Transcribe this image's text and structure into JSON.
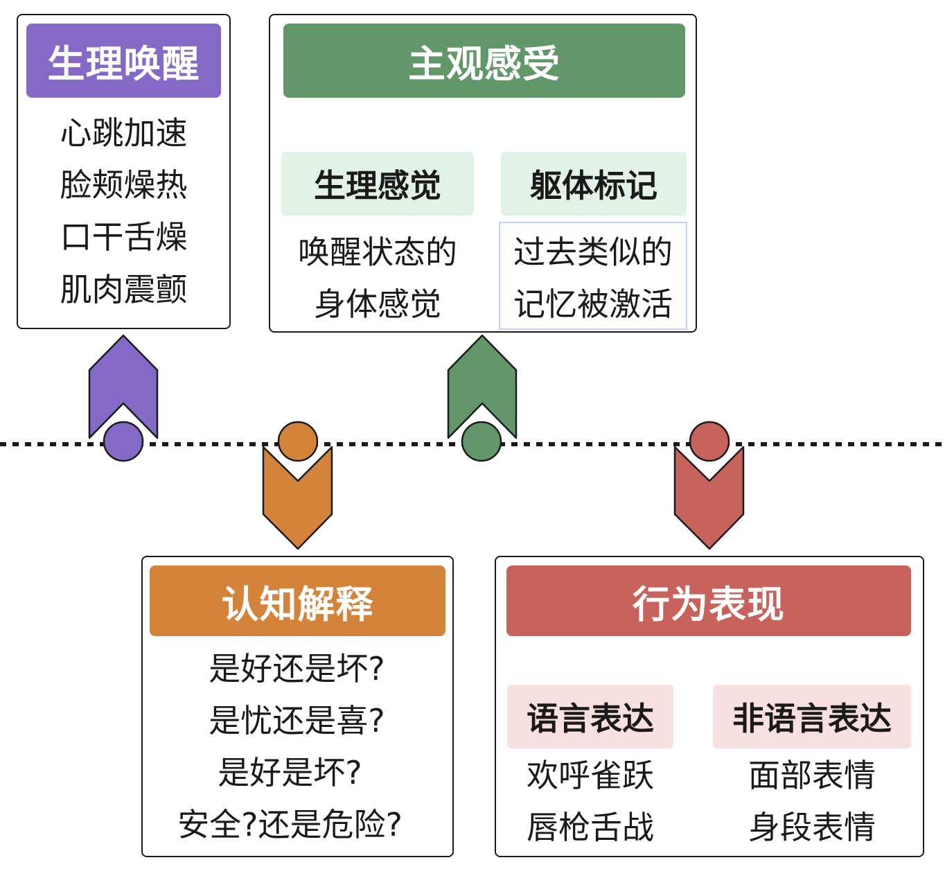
{
  "colors": {
    "purple": "#8469c7",
    "green": "#619769",
    "orange": "#d4843a",
    "red": "#c7625c",
    "green_light": "#e3f2e6",
    "red_light": "#f9e0e0",
    "highlight_border": "#c5d1f0"
  },
  "physiological_arousal": {
    "title": "生理唤醒",
    "items": [
      "心跳加速",
      "脸颊燥热",
      "口干舌燥",
      "肌肉震颤"
    ]
  },
  "subjective_feeling": {
    "title": "主观感受",
    "physical_sensation": {
      "title": "生理感觉",
      "lines": [
        "唤醒状态的",
        "身体感觉"
      ]
    },
    "somatic_marker": {
      "title": "躯体标记",
      "lines": [
        "过去类似的",
        "记忆被激活"
      ]
    }
  },
  "cognitive_interpretation": {
    "title": "认知解释",
    "items": [
      "是好还是坏?",
      "是忧还是喜?",
      "是好是坏?",
      "安全?还是危险?"
    ]
  },
  "behavioral_expression": {
    "title": "行为表现",
    "verbal": {
      "title": "语言表达",
      "lines": [
        "欢呼雀跃",
        "唇枪舌战"
      ]
    },
    "nonverbal": {
      "title": "非语言表达",
      "lines": [
        "面部表情",
        "身段表情"
      ]
    }
  }
}
